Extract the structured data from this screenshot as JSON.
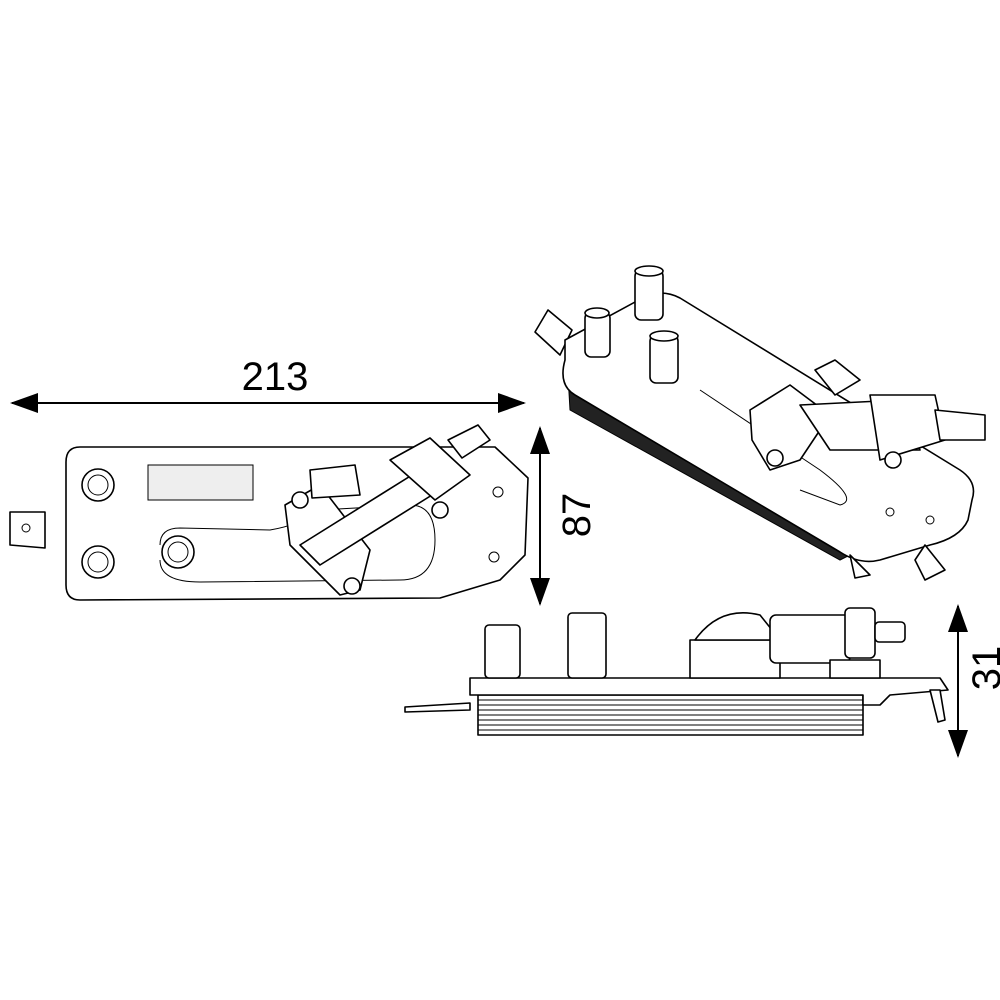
{
  "dimensions": {
    "length": "213",
    "width": "87",
    "height": "31"
  },
  "colors": {
    "line": "#000000",
    "background": "#ffffff"
  }
}
